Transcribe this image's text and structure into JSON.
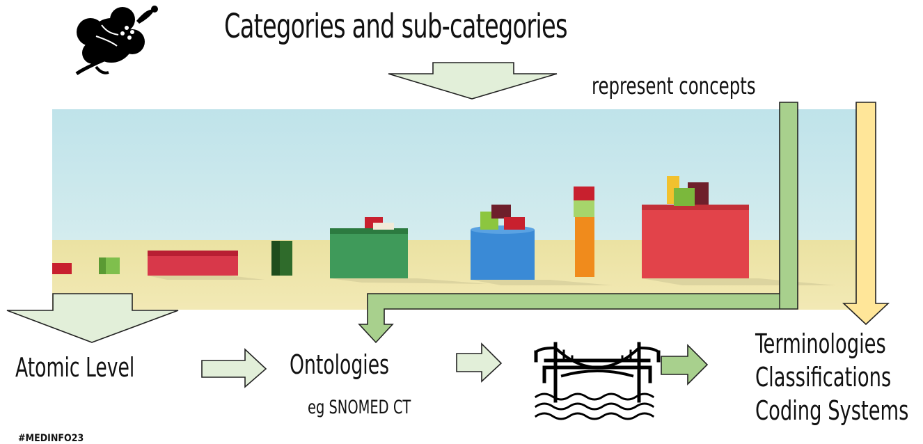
{
  "title": "Categories and sub-categories",
  "represent_label": "represent concepts",
  "flow": {
    "atomic": "Atomic Level",
    "ontologies": "Ontologies",
    "ontologies_example": "eg SNOMED CT",
    "outputs": [
      "Terminologies",
      "Classifications",
      "Coding Systems"
    ]
  },
  "footer_tag": "#MEDINFO23",
  "icons": [
    "hibiscus-icon",
    "bridge-icon"
  ],
  "colors": {
    "arrow_fill": "#e2efd9",
    "arrow_green": "#a8d08d",
    "arrow_yellow": "#ffe699",
    "sky": "#c6e6ea",
    "floor": "#ece3a6"
  }
}
